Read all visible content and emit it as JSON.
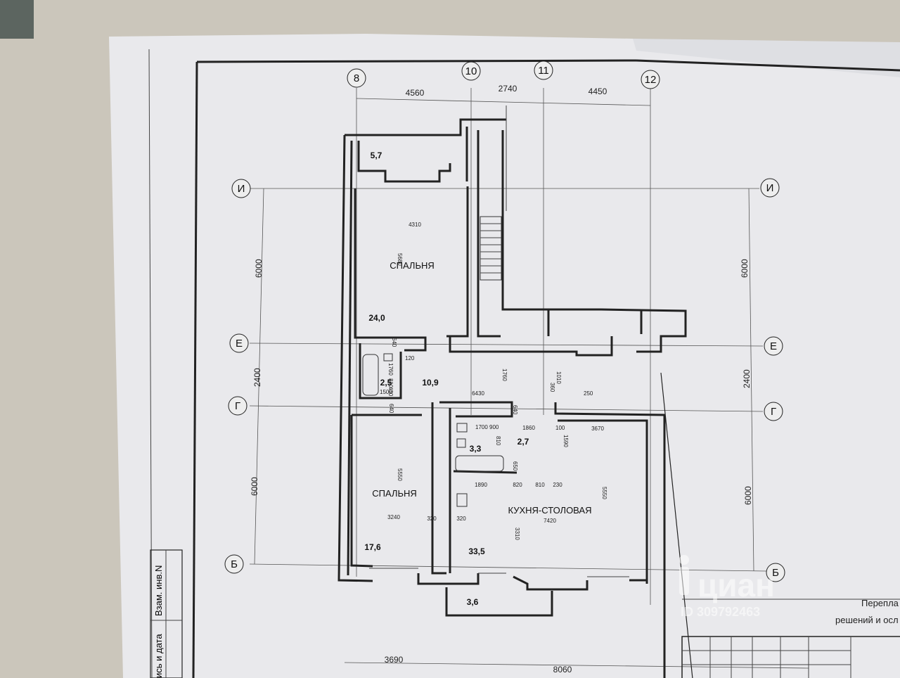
{
  "plan": {
    "axes_top": [
      "8",
      "10",
      "11",
      "12"
    ],
    "axes_side": [
      "И",
      "Е",
      "Г",
      "Б"
    ],
    "top_dims": [
      "4560",
      "2740",
      "4450"
    ],
    "bottom_dims": [
      "3690",
      "8060"
    ],
    "left_dims": [
      "6000",
      "2400",
      "6000"
    ],
    "right_dims": [
      "6000",
      "2400",
      "6000"
    ],
    "rooms": [
      {
        "label": "СПАЛЬНЯ",
        "area": "24,0"
      },
      {
        "label": "СПАЛЬНЯ",
        "area": "17,6"
      },
      {
        "label": "КУХНЯ-СТОЛОВАЯ",
        "area": "33,5"
      }
    ],
    "small_areas": [
      "5,7",
      "2,5",
      "10,9",
      "3,3",
      "2,7",
      "3,6"
    ],
    "inner_dims": [
      "4310",
      "5680",
      "640",
      "1760",
      "810",
      "430",
      "1500",
      "120",
      "6430",
      "1760",
      "360",
      "1010",
      "250",
      "640",
      "1700",
      "900",
      "1860",
      "100",
      "3670",
      "1590",
      "810",
      "650",
      "1890",
      "820",
      "810",
      "230",
      "5550",
      "5550",
      "7420",
      "3240",
      "320",
      "320",
      "3310",
      "640"
    ],
    "stamp": {
      "vertical_1": "Взам. инв.N",
      "vertical_2": "ись и дата",
      "title_line_1": "Перепла",
      "title_line_2": "решений и осл"
    }
  },
  "watermark": {
    "brand": "циан",
    "id": "ID 309792463"
  }
}
